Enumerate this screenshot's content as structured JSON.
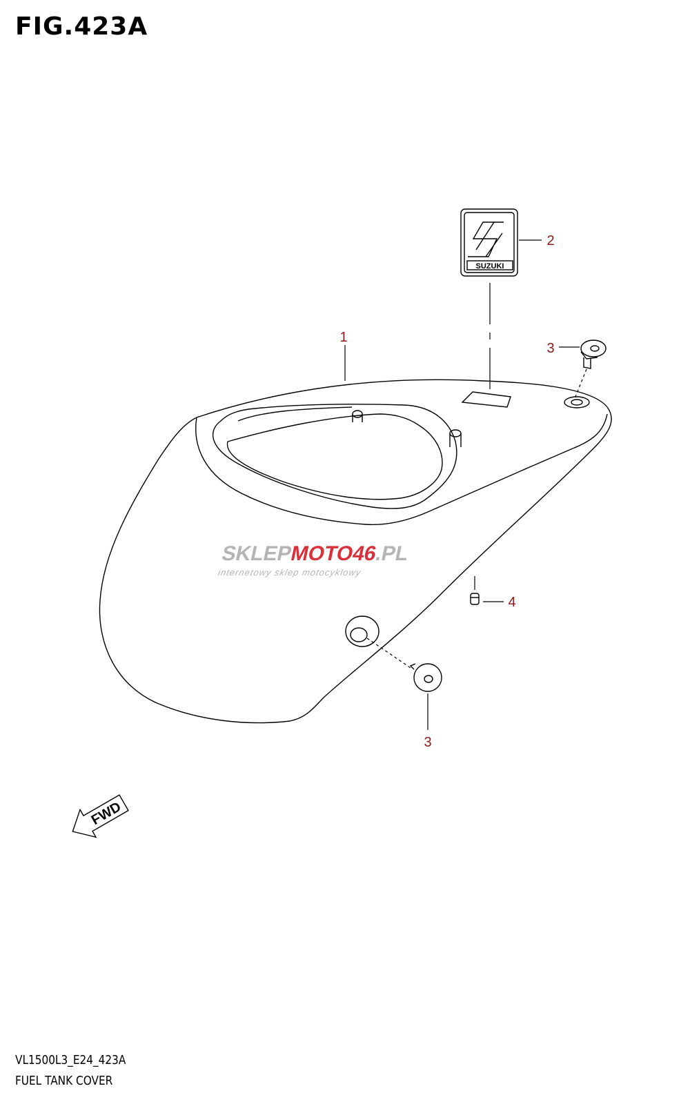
{
  "figure": {
    "title": "FIG.423A"
  },
  "callouts": [
    "1",
    "2",
    "3",
    "3",
    "4"
  ],
  "emblem": {
    "text": "SUZUKI"
  },
  "direction_arrow": {
    "label": "FWD"
  },
  "watermark": {
    "brand_a": "SKLEP",
    "brand_b": "MOTO",
    "brand_c": "46",
    "brand_d": ".PL",
    "tagline": "internetowy sklep motocyklowy"
  },
  "footer": {
    "model_code": "VL1500L3_E24_423A",
    "description": "FUEL TANK COVER"
  },
  "colors": {
    "callout": "#8b1a1a",
    "line": "#000000",
    "watermark_gray": "#b5b5b5",
    "watermark_red": "#d9303a"
  }
}
